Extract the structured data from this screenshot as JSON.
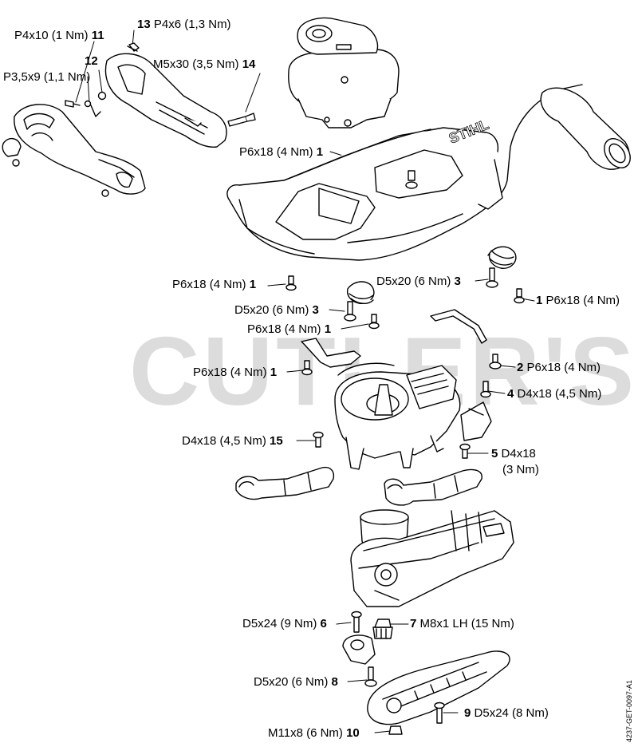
{
  "watermark": "CUTLER'S",
  "document_id": "4237-GET-0097-A1",
  "brand_mark": "STIHL",
  "callouts": [
    {
      "id": "c11",
      "num": "11",
      "spec": "P4x10 (1 Nm)"
    },
    {
      "id": "c13",
      "num": "13",
      "spec": "P4x6 (1,3 Nm)"
    },
    {
      "id": "c12",
      "num": "12",
      "spec": ""
    },
    {
      "id": "c12b",
      "num": "",
      "spec": "P3,5x9 (1,1 Nm)"
    },
    {
      "id": "c14",
      "num": "14",
      "spec": "M5x30 (3,5 Nm)"
    },
    {
      "id": "c1a",
      "num": "1",
      "spec": "P6x18 (4 Nm)"
    },
    {
      "id": "c1b",
      "num": "1",
      "spec": "P6x18 (4 Nm)"
    },
    {
      "id": "c3a",
      "num": "3",
      "spec": "D5x20 (6 Nm)"
    },
    {
      "id": "c1c",
      "num": "1",
      "spec": "P6x18 (4 Nm)"
    },
    {
      "id": "c3b",
      "num": "3",
      "spec": "D5x20 (6 Nm)"
    },
    {
      "id": "c1d",
      "num": "1",
      "spec": "P6x18 (4 Nm)"
    },
    {
      "id": "c1e",
      "num": "1",
      "spec": "P6x18 (4 Nm)"
    },
    {
      "id": "c2",
      "num": "2",
      "spec": "P6x18 (4 Nm)"
    },
    {
      "id": "c4",
      "num": "4",
      "spec": "D4x18 (4,5 Nm)"
    },
    {
      "id": "c15",
      "num": "15",
      "spec": "D4x18 (4,5 Nm)"
    },
    {
      "id": "c5",
      "num": "5",
      "spec": "D4x18"
    },
    {
      "id": "c5b",
      "num": "",
      "spec": "(3 Nm)"
    },
    {
      "id": "c6",
      "num": "6",
      "spec": "D5x24 (9 Nm)"
    },
    {
      "id": "c7",
      "num": "7",
      "spec": "M8x1 LH (15 Nm)"
    },
    {
      "id": "c8",
      "num": "8",
      "spec": "D5x20 (6 Nm)"
    },
    {
      "id": "c9",
      "num": "9",
      "spec": "D5x24 (8 Nm)"
    },
    {
      "id": "c10",
      "num": "10",
      "spec": "M11x8 (6 Nm)"
    }
  ]
}
